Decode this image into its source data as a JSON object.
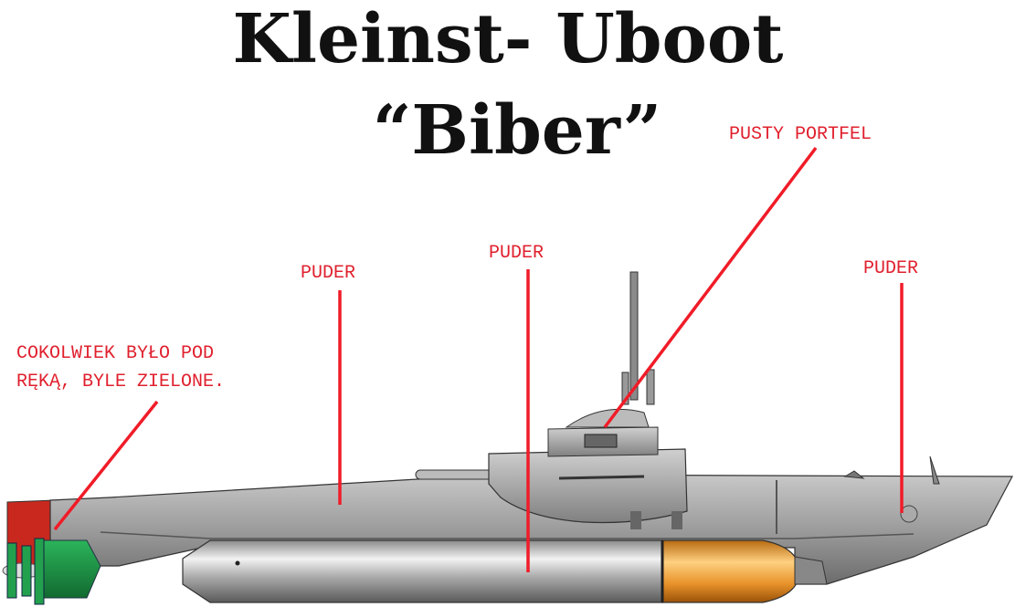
{
  "title": {
    "line1": "Kleinst- Uboot",
    "line2": "“Biber”"
  },
  "labels": {
    "portfolio": "PUSTY PORTFEL",
    "puder_left": "PUDER",
    "puder_center": "PUDER",
    "puder_right": "PUDER",
    "green_line1": "COKOLWIEK BYŁO POD",
    "green_line2": "RĘKĄ, BYLE ZIELONE."
  },
  "colors": {
    "label": "#e0202e",
    "pointer": "#f01c28",
    "hull": "#9a9a9a",
    "rudder": "#c8281e",
    "propeller": "#1f9a48",
    "warhead": "#e8922a"
  }
}
